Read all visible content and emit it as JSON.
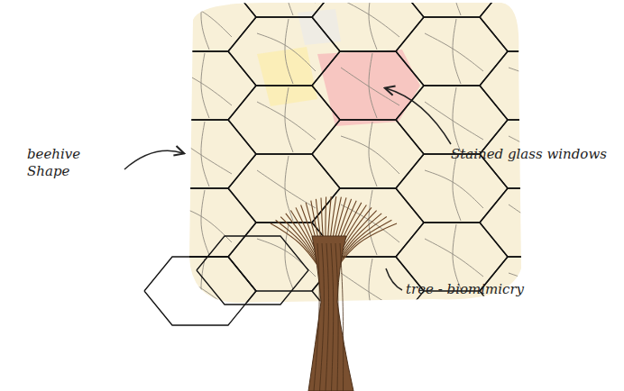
{
  "diagram": {
    "labels": [
      "beehive Shape",
      "Stained glass windows",
      "tree - biomimicry"
    ]
  }
}
